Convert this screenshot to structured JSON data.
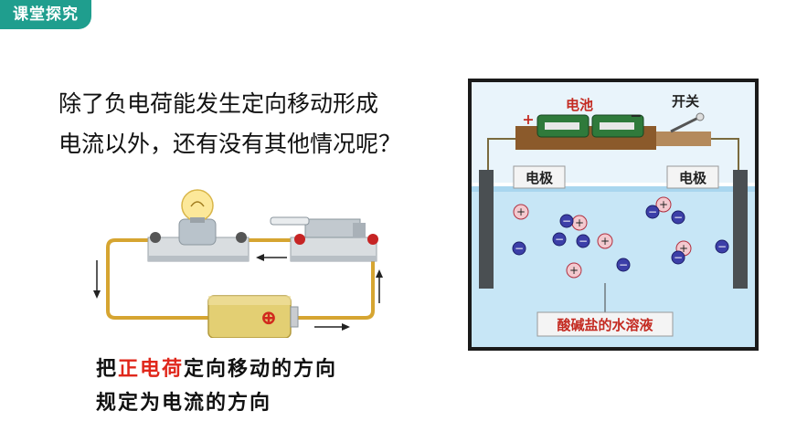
{
  "badge": {
    "label": "课堂探究"
  },
  "question": {
    "line1": "除了负电荷能发生定向移动形成",
    "line2": "电流以外，还有没有其他情况呢？"
  },
  "conclusion": {
    "line1_a": "把",
    "line1_highlight": "正电荷",
    "line1_b": "定向移动的方向",
    "line2": "规定为电流的方向"
  },
  "circuit_figure": {
    "battery_sign": "⊕"
  },
  "electrolyte_figure": {
    "battery_label": "电池",
    "switch_label": "开关",
    "plus_sign": "+",
    "minus_sign": "−",
    "electrode_left": "电极",
    "electrode_right": "电极",
    "solution_label": "酸碱盐的水溶液",
    "positive_ion": "+",
    "negative_ion": "−"
  },
  "colors": {
    "accent": "#1f9e8e",
    "highlight": "#e0271b"
  }
}
